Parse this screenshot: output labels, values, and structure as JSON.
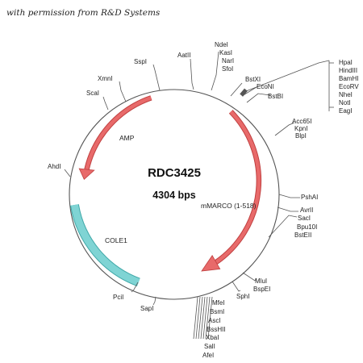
{
  "credit": "with permission from R&D Systems",
  "plasmid": {
    "name": "RDC3425",
    "size": "4304 bps"
  },
  "features": {
    "amp": "AMP",
    "mmarco": "mMARCO (1-518)",
    "cole1": "COLE1"
  },
  "colors": {
    "arrow_fill": "#e86a6a",
    "arrow_stroke": "#c04040",
    "ori_fill": "#7fd4d4",
    "ori_stroke": "#40a8a8"
  },
  "sites": {
    "ndei_group": [
      "NdeI",
      "KasI",
      "NarI",
      "SfoI"
    ],
    "aatii": "AatII",
    "sspi": "SspI",
    "xmni": "XmnI",
    "scai": "ScaI",
    "ahdi": "AhdI",
    "pcii": "PciI",
    "sapi": "SapI",
    "bstxi": "BstXI",
    "econi": "EcoNI",
    "bstbi": "BstBI",
    "mcs": [
      "HpaI",
      "HindIII",
      "BamHI",
      "EcoRV",
      "NheI",
      "NotI",
      "EagI"
    ],
    "acc_group": [
      "Acc65I",
      "KpnI",
      "BlpI"
    ],
    "pshai": "PshAI",
    "avrii": "AvrII",
    "saci_group": [
      "SacI",
      "Bpu10I",
      "BstEII"
    ],
    "mlui_group": [
      "MluI",
      "BspEI"
    ],
    "sphi": "SphI",
    "bottom_group": [
      "MfeI",
      "BsmI",
      "AscI",
      "BssHII",
      "XbaI",
      "SalI",
      "AfeI"
    ]
  }
}
